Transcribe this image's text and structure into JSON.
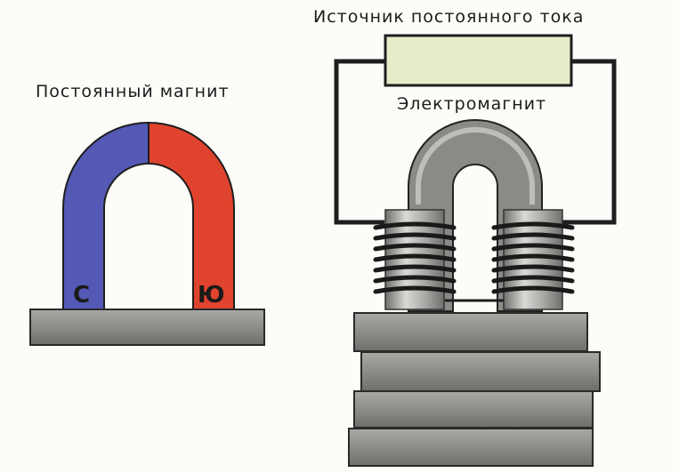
{
  "labels": {
    "dc_source": "Источник постоянного тока",
    "permanent_magnet": "Постоянный магнит",
    "electromagnet": "Электромагнит"
  },
  "poles": {
    "north": "С",
    "south": "Ю"
  },
  "colors": {
    "north_pole": "#5359b5",
    "south_pole": "#e0432e",
    "iron": "#8e8e8b",
    "wire": "#1e1e1e",
    "source_body": "#e7ebc9",
    "background": "#fdfcf8"
  }
}
